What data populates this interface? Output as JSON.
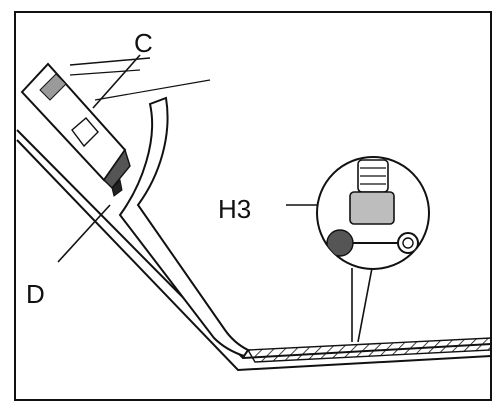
{
  "labels": {
    "c": "C",
    "d": "D",
    "h3": "H3"
  },
  "colors": {
    "ink": "#111111",
    "paper": "#ffffff",
    "shade": "#9a9a9a",
    "dark_fill": "#555555"
  }
}
